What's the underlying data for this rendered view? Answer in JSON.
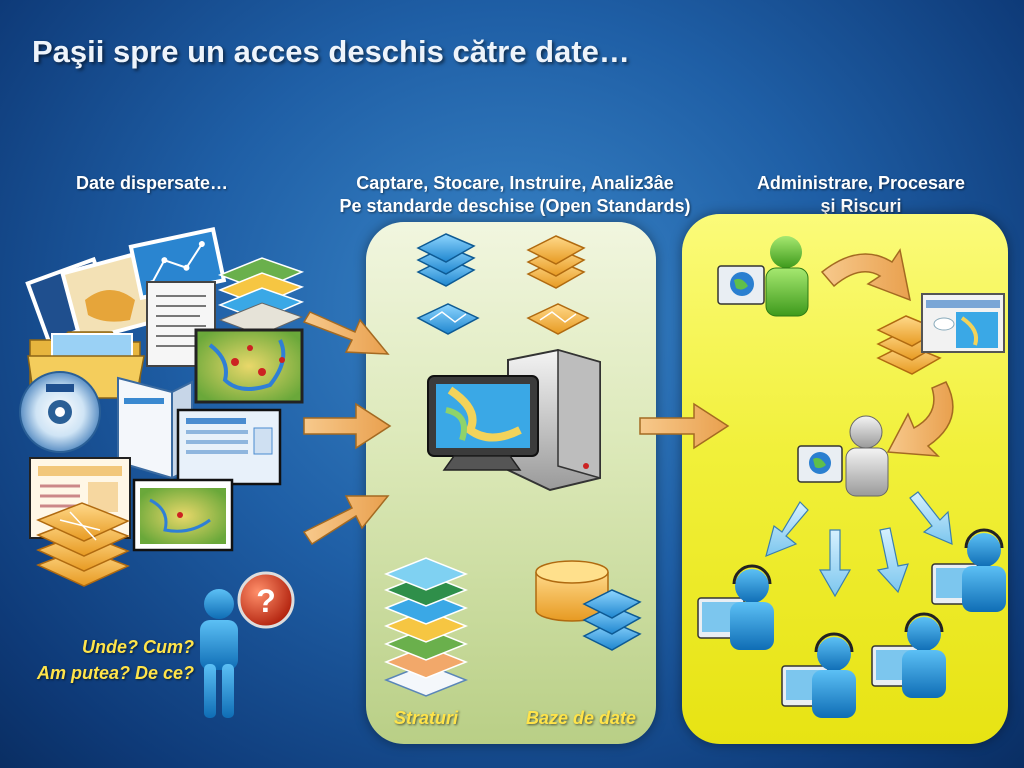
{
  "title": "Paşii spre un acces deschis către date…",
  "columns": {
    "left": {
      "heading": "Date dispersate…"
    },
    "middle": {
      "heading_line1": "Captare, Stocare, Instruire, Analiz3âe",
      "heading_line2": "Pe standarde deschise (Open Standards)"
    },
    "right": {
      "heading_line1": "Administrare, Procesare",
      "heading_line2": "şi Riscuri"
    }
  },
  "questions": {
    "line1": "Unde? Cum?",
    "line2": "Am putea? De ce?"
  },
  "middle_labels": {
    "layers": "Straturi",
    "databases": "Baze de date"
  },
  "colors": {
    "background": "#1f5fa6",
    "panel_green": "#dbe8b7",
    "panel_yellow": "#f1f03a",
    "arrow": "#f0b66a",
    "accent_text": "#ffe44a",
    "person_green": "#6cc23a",
    "person_blue": "#1e90d6",
    "layer_blue": "#3aa8e6",
    "layer_orange": "#f4b23c"
  },
  "icons": [
    "file-folder-icon",
    "cd-disc-icon",
    "document-icon",
    "map-icon",
    "layer-stack-icon",
    "computer-workstation-icon",
    "database-icon",
    "person-icon",
    "question-icon",
    "flow-arrow-icon",
    "user-at-computer-icon"
  ]
}
